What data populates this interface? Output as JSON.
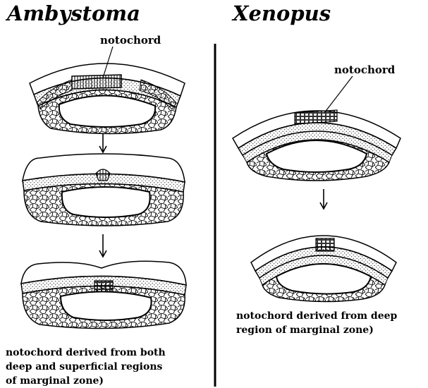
{
  "panels": {
    "left": {
      "species": "Ambystoma",
      "label": "notochord",
      "caption": [
        "notochord derived from both",
        "deep and superficial regions",
        "of marginal zone)"
      ]
    },
    "right": {
      "species": "Xenopus",
      "label": "notochord",
      "caption": [
        "notochord derived from deep",
        "region of marginal zone)"
      ]
    }
  }
}
